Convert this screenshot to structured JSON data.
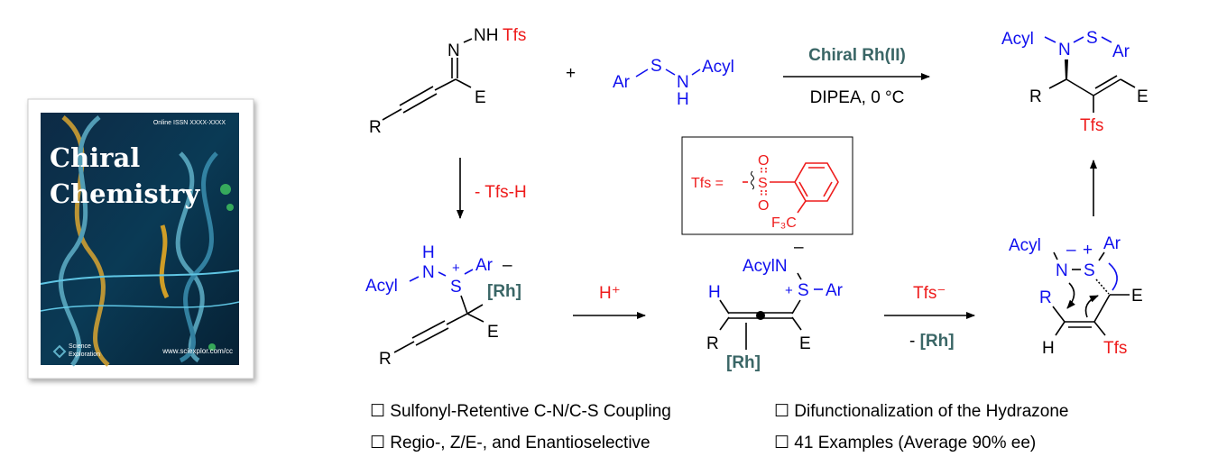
{
  "cover": {
    "title_line1": "Chiral",
    "title_line2": "Chemistry",
    "issn": "Online ISSN XXXX-XXXX",
    "publisher_line1": "Science",
    "publisher_line2": "Exploration",
    "url": "www.sciexplor.com/cc"
  },
  "reactant1": {
    "r": "R",
    "n": "N",
    "nh": "NH",
    "tfs": "Tfs",
    "e": "E"
  },
  "plus": "+",
  "reactant2": {
    "ar": "Ar",
    "s": "S",
    "n": "N",
    "h": "H",
    "acyl": "Acyl"
  },
  "arrow_main": {
    "catalyst": "Chiral Rh(II)",
    "conditions": "DIPEA, 0 °C"
  },
  "product": {
    "acyl": "Acyl",
    "n": "N",
    "s": "S",
    "ar": "Ar",
    "r": "R",
    "e": "E",
    "tfs": "Tfs"
  },
  "step1": {
    "label": "- Tfs-H"
  },
  "legend_box": {
    "tfs_eq": "Tfs =",
    "o1": "O",
    "o2": "O",
    "s": "S",
    "cf3": "F₃C"
  },
  "int1": {
    "h": "H",
    "acyl": "Acyl",
    "n": "N",
    "s": "S",
    "plus": "+",
    "ar": "Ar",
    "minus": "–",
    "rh": "[Rh]",
    "e": "E",
    "r": "R"
  },
  "step2": {
    "label": "H⁺"
  },
  "int2": {
    "acyln": "AcylN",
    "minus": "–",
    "plus": "+",
    "s": "S",
    "ar": "Ar",
    "h": "H",
    "r": "R",
    "e": "E",
    "rh": "[Rh]"
  },
  "step3": {
    "label_top": "Tfs⁻",
    "label_bottom_prefix": "- ",
    "label_bottom_rh": "[Rh]"
  },
  "int3": {
    "acyl": "Acyl",
    "minus": "–",
    "plus": "+",
    "ar": "Ar",
    "n": "N",
    "s": "S",
    "r": "R",
    "e": "E",
    "h": "H",
    "tfs": "Tfs"
  },
  "bullets": [
    "☐ Sulfonyl-Retentive C-N/C-S Coupling",
    "☐ Difunctionalization of the Hydrazone",
    "☐ Regio-, Z/E-, and Enantioselective",
    "☐ 41 Examples (Average 90% ee)"
  ],
  "colors": {
    "accent_red": "#ee1c1c",
    "accent_blue": "#1010ee",
    "rh_teal": "#3a6666"
  }
}
